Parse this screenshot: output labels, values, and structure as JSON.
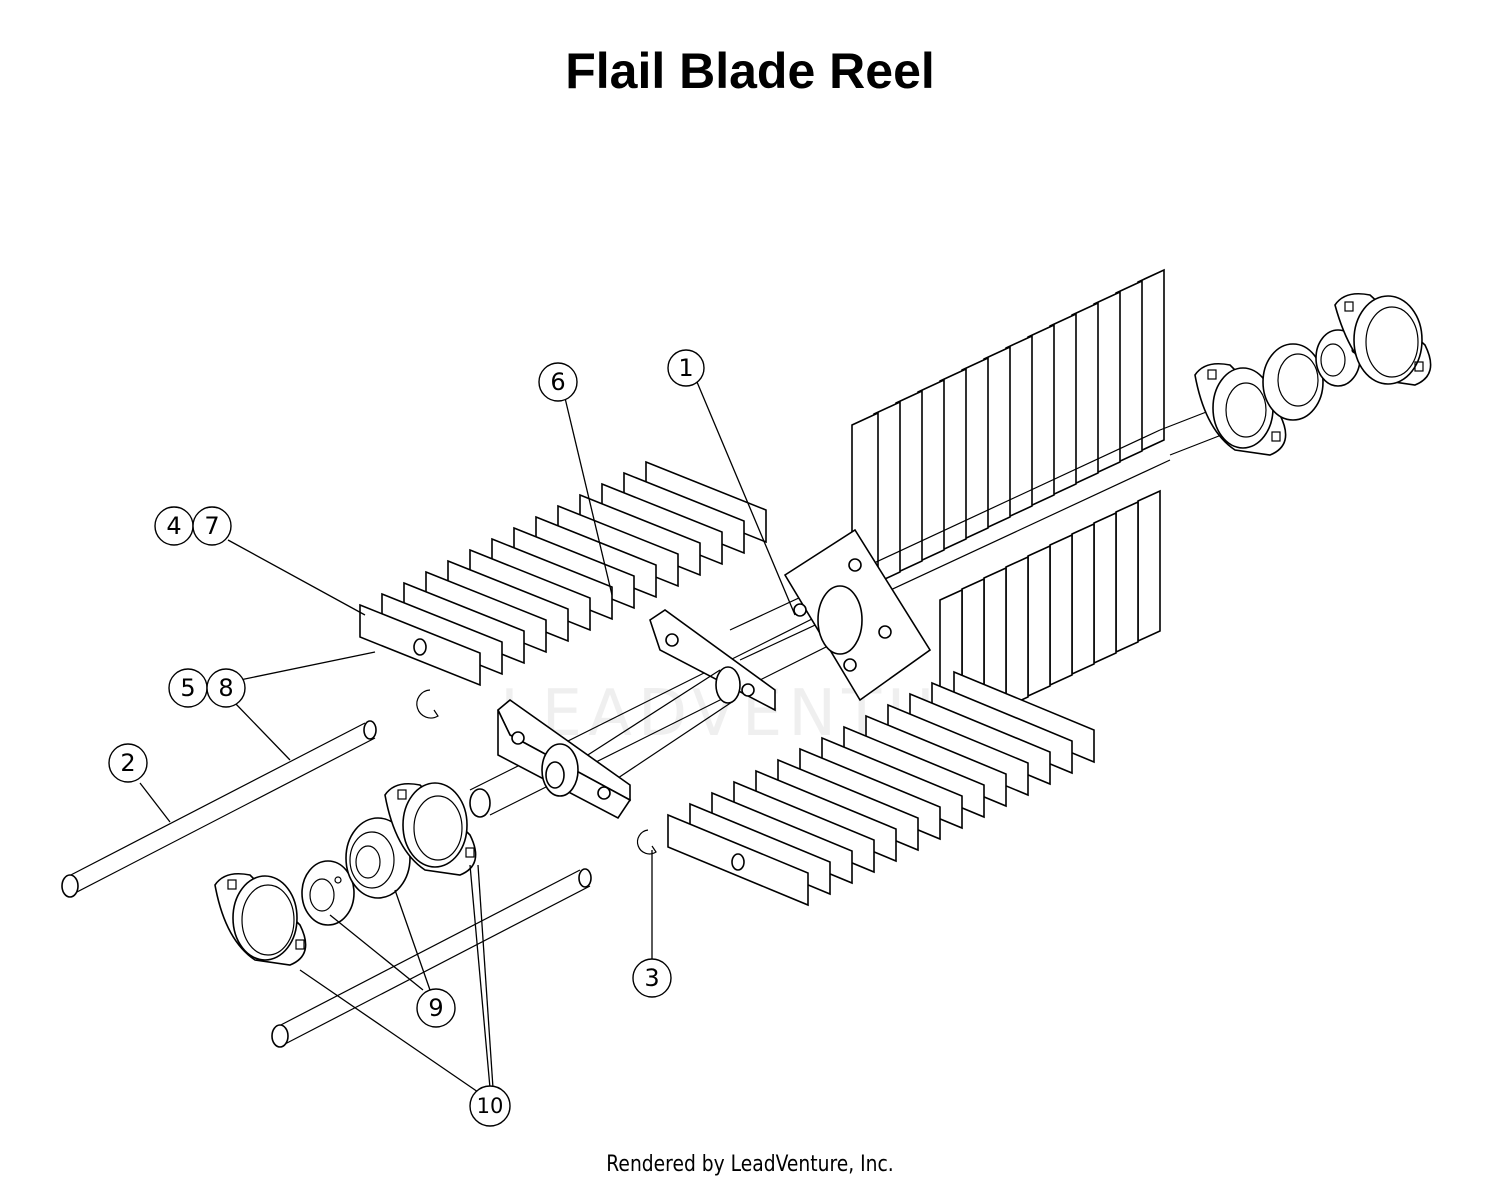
{
  "title": "Flail Blade Reel",
  "footer": "Rendered by LeadVenture, Inc.",
  "watermark": "LEADVENTURE",
  "callouts": [
    "1",
    "2",
    "3",
    "4",
    "5",
    "6",
    "7",
    "8",
    "9",
    "10"
  ]
}
